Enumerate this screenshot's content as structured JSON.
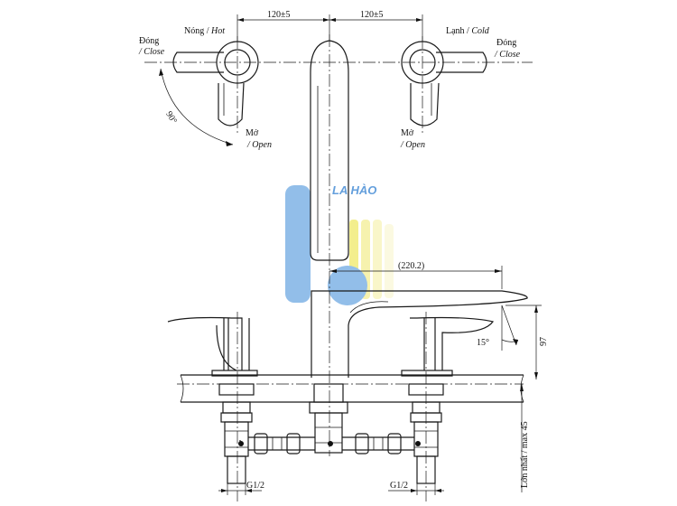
{
  "dimensions": {
    "top_left": "120±5",
    "top_right": "120±5",
    "spout_reach": "(220.2)",
    "angle_spout": "15°",
    "height_97": "97",
    "angle_90": "90°",
    "max_thickness": "Lớn nhất / max 45",
    "thread_left": "G1/2",
    "thread_right": "G1/2"
  },
  "labels": {
    "hot": {
      "vi": "Nóng / ",
      "en": "Hot"
    },
    "cold": {
      "vi": "Lạnh / ",
      "en": "Cold"
    },
    "close_left": {
      "vi": "Đóng",
      "en": "/ Close"
    },
    "close_right": {
      "vi": "Đóng",
      "en": "/ Close"
    },
    "open_left": {
      "vi": "Mở",
      "en": "/ Open"
    },
    "open_right": {
      "vi": "Mở",
      "en": "/ Open"
    }
  },
  "watermark": {
    "text": "LA HÀO",
    "color_blue": "#7fb3e6",
    "color_yellow": "#f2ec7a"
  }
}
